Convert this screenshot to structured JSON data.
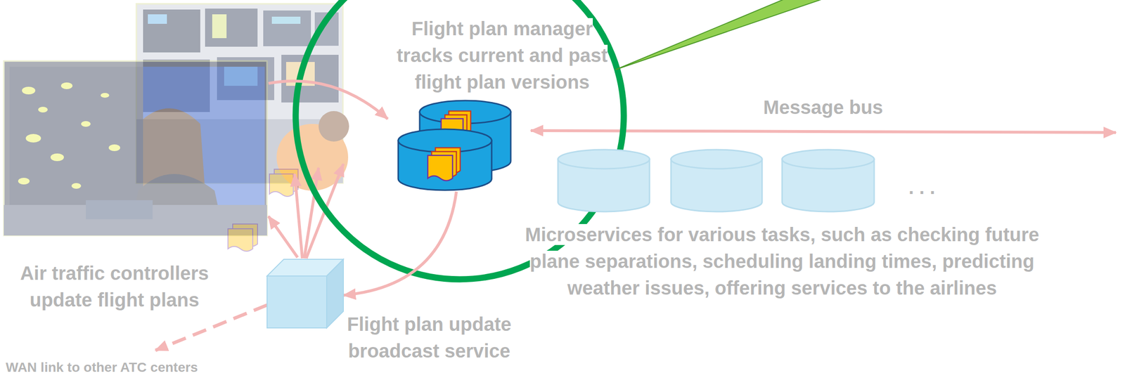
{
  "diagram": {
    "nodes": [
      {
        "text": [
          "Air traffic controllers update flight plans"
        ]
      },
      {
        "text": [
          "Flight plan manager tracks current and past flight plan versions"
        ]
      },
      {
        "text": [
          "Microservices for various tasks, such as checking future plane separations, scheduling landing times, predicting weather issues, offering services to the airlines"
        ]
      },
      {
        "text": [
          "Flight plan update broadcast service"
        ]
      }
    ],
    "edges": [
      {
        "from": 0,
        "to": 1,
        "arrow": "to"
      },
      {
        "from": 1,
        "to": 3,
        "arrow": "to"
      },
      {
        "from": 3,
        "to": 0,
        "arrow": "to"
      }
    ],
    "labels": [
      "Message bus",
      ". . .",
      "WAN link to other ATC centers"
    ]
  }
}
